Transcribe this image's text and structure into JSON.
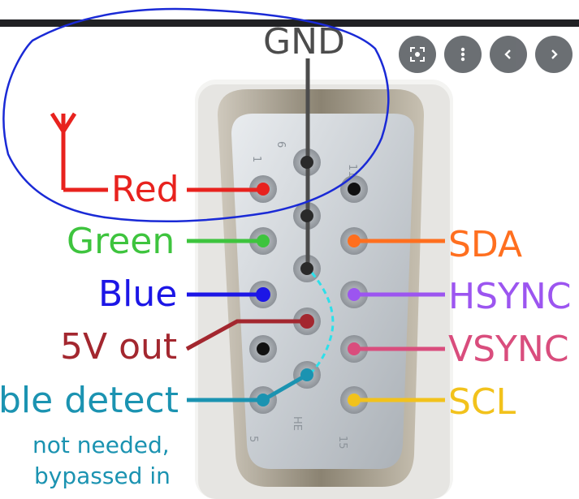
{
  "viewer": {
    "controls": [
      {
        "icon": "lens-search-icon"
      },
      {
        "icon": "more-vert-icon"
      },
      {
        "icon": "chevron-left-icon"
      },
      {
        "icon": "chevron-right-icon"
      }
    ]
  },
  "diagram": {
    "pins_left": {
      "red": "Red",
      "green": "Green",
      "blue": "Blue",
      "five_v": "5V out",
      "detect": "ble detect"
    },
    "pins_right": {
      "sda": "SDA",
      "hsync": "HSYNC",
      "vsync": "VSYNC",
      "scl": "SCL"
    },
    "gnd": "GND",
    "note_line1": "not needed,",
    "note_line2": "bypassed in",
    "colors": {
      "red": "#e8221e",
      "green": "#3ec43e",
      "blue": "#1c16e6",
      "five_v": "#a3272f",
      "detect": "#1b93b1",
      "sda": "#ff6f1f",
      "hsync": "#9c55f0",
      "vsync": "#d94d7d",
      "scl": "#f2c21c",
      "gnd": "#4c4c4c",
      "annotation": "#1a2ad6"
    }
  }
}
